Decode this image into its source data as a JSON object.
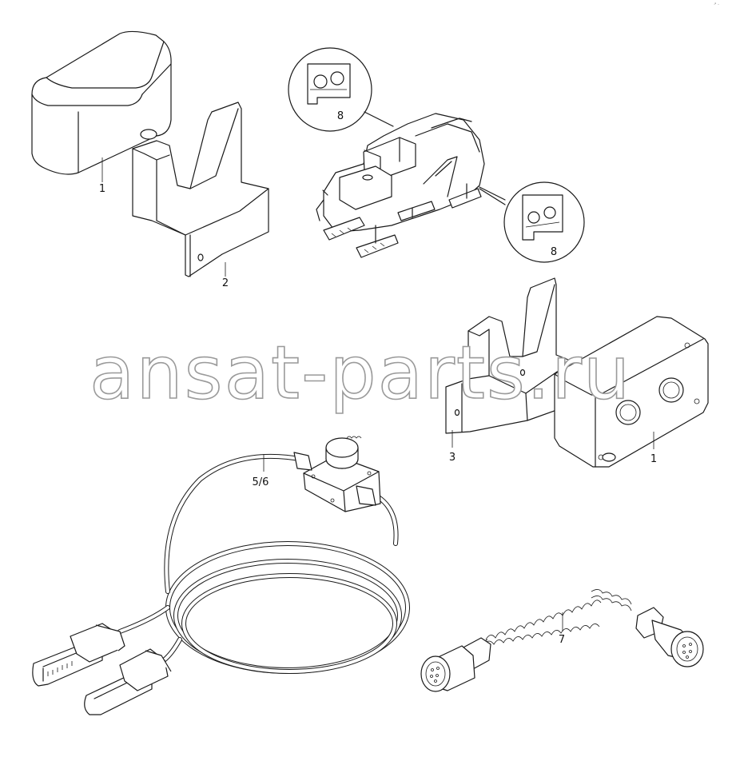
{
  "watermark": "ansat-parts.ru",
  "corner_mark": "↗ ..",
  "callouts": {
    "part1_top": "1",
    "part2": "2",
    "part8_top": "8",
    "part8_right": "8",
    "part3": "3",
    "part1_right": "1",
    "part56": "5/6",
    "part7": "7"
  }
}
